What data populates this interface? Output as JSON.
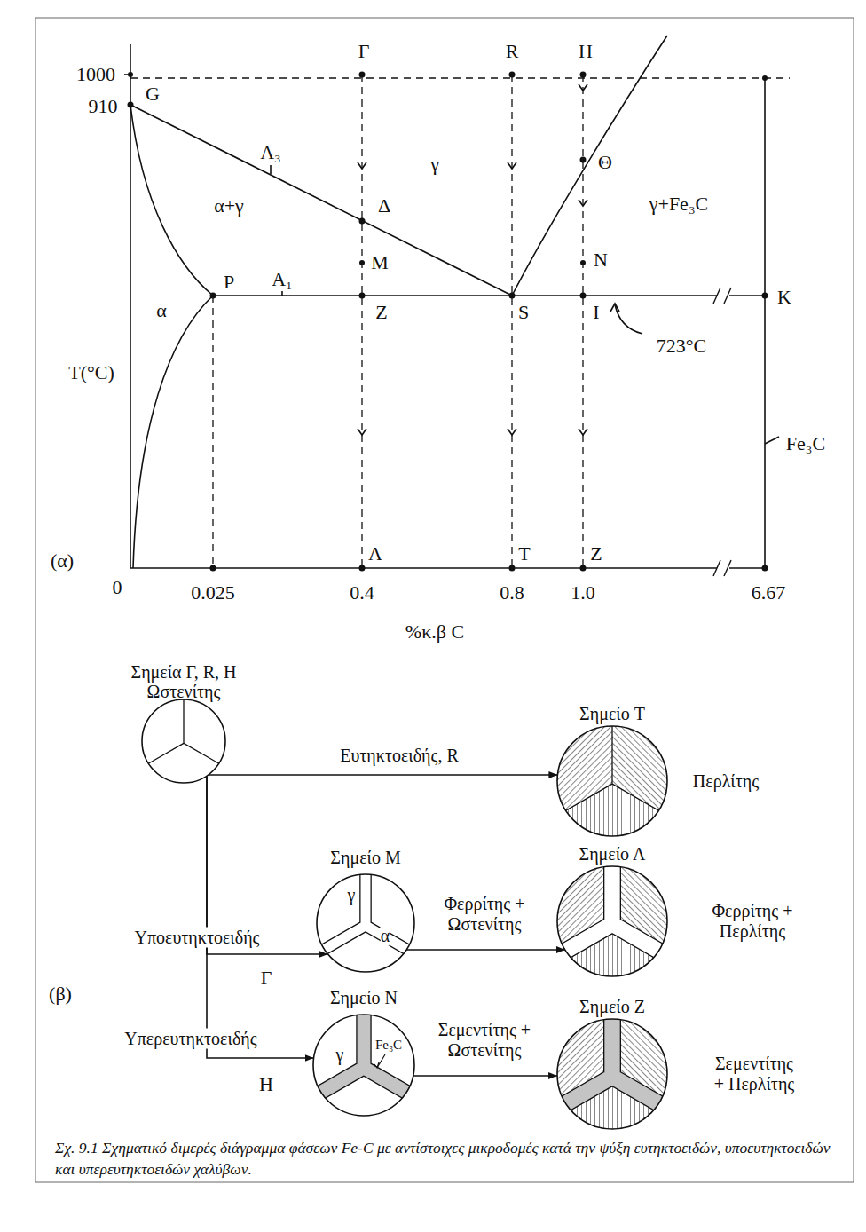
{
  "diagram": {
    "caption": "Σχ. 9.1 Σχηματικό διμερές διάγραμμα φάσεων Fe-C με αντίστοιχες μικροδομές κατά την ψύξη ευτηκτοειδών, υποευτηκτοειδών και υπερευτηκτοειδών χαλύβων.",
    "nodes": [
      {
        "text": [
          "Σημεία Γ, R, H",
          "Ωστενίτης"
        ]
      },
      {
        "text": [
          "Σημείο T",
          "Περλίτης"
        ]
      },
      {
        "text": [
          "Σημείο M",
          "γ",
          "α"
        ]
      },
      {
        "text": [
          "Σημείο Λ",
          "Φερρίτης + Περλίτης"
        ]
      },
      {
        "text": [
          "Σημείο N",
          "γ",
          "Fe₃C"
        ]
      },
      {
        "text": [
          "Σημείο Z",
          "Σεμεντίτης + Περλίτης"
        ]
      }
    ],
    "edges": [
      {
        "from": 0,
        "to": 1,
        "arrow": "to",
        "label": "Ευτηκτοειδής, R"
      },
      {
        "from": 0,
        "to": 2,
        "arrow": "to",
        "label": "Υποευτηκτοειδής"
      },
      {
        "from": 0,
        "to": 4,
        "arrow": "to",
        "label": "Υπερευτηκτοειδής"
      },
      {
        "from": 2,
        "to": 3,
        "arrow": "to",
        "label": "Φερρίτης + Ωστενίτης"
      },
      {
        "from": 4,
        "to": 5,
        "arrow": "to",
        "label": "Σεμεντίτης + Ωστενίτης"
      }
    ],
    "labels": [
      "1000",
      "910",
      "G",
      "Γ",
      "R",
      "H",
      "A₃",
      "γ",
      "α+γ",
      "Δ",
      "Θ",
      "γ+Fe₃C",
      "M",
      "N",
      "P",
      "A₁",
      "Z",
      "S",
      "I",
      "K",
      "α",
      "723°C",
      "T(°C)",
      "Fe₃C",
      "(α)",
      "0",
      "0.025",
      "Λ",
      "0.4",
      "T",
      "0.8",
      "Z",
      "1.0",
      "6.67",
      "%κ.β C",
      "(β)",
      "Γ",
      "H"
    ]
  }
}
